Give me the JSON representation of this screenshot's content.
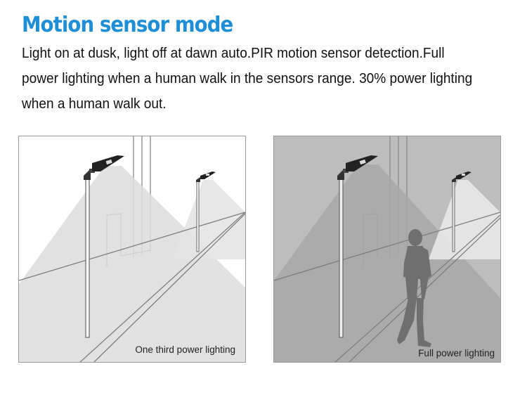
{
  "heading": {
    "title": "Motion sensor mode",
    "description": "Light on at dusk, light off at dawn auto.PIR motion sensor detection.Full power lighting when a human walk in the sensors range. 30%  power lighting when a human walk out."
  },
  "panels": {
    "left": {
      "caption": "One third power lighting"
    },
    "right": {
      "caption": "Full power lighting"
    }
  },
  "colors": {
    "title": "#1e8fd6",
    "light_cone_dim": "#d8d8d8",
    "light_cone_full": "#a6a6a6",
    "person": "#6f6f6f"
  }
}
